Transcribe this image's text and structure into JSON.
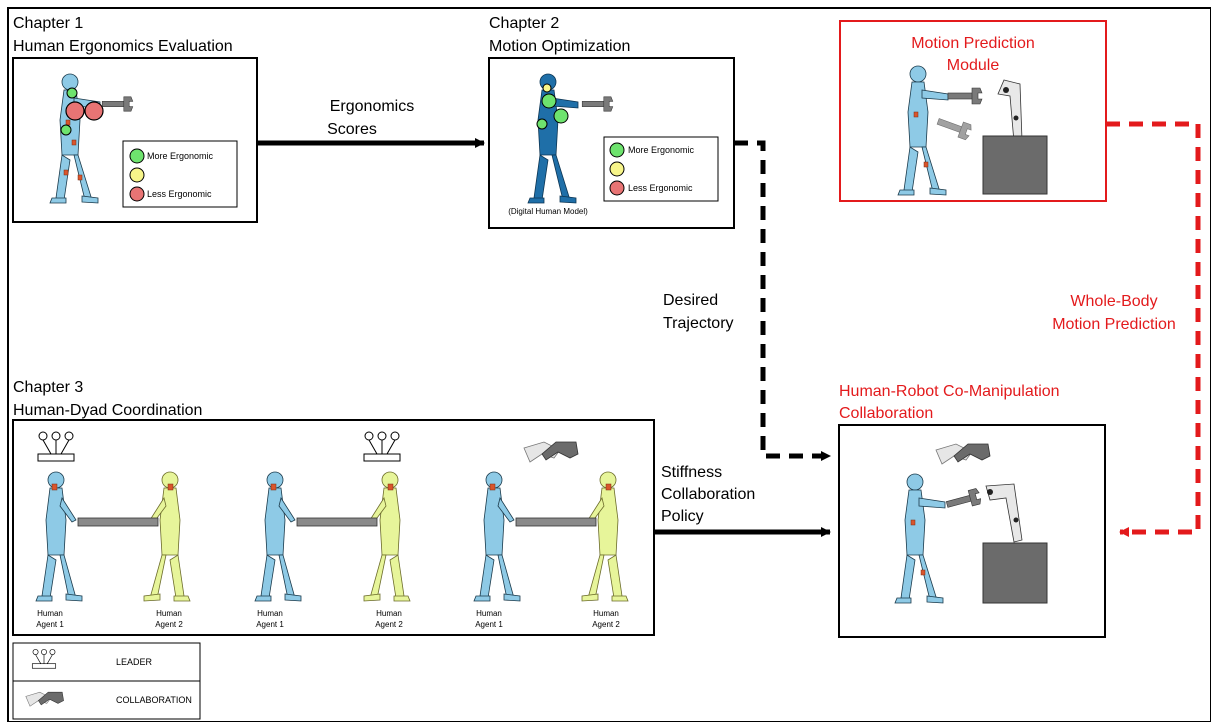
{
  "chapter1": {
    "title_line1": "Chapter 1",
    "title_line2": "Human Ergonomics Evaluation",
    "legend_more": "More Ergonomic",
    "legend_less": "Less Ergonomic"
  },
  "chapter2": {
    "title_line1": "Chapter 2",
    "title_line2": "Motion Optimization",
    "legend_more": "More Ergonomic",
    "legend_less": "Less Ergonomic",
    "caption": "(Digital Human Model)"
  },
  "chapter3": {
    "title_line1": "Chapter 3",
    "title_line2": "Human-Dyad Coordination",
    "agents": [
      {
        "line1": "Human",
        "line2": "Agent 1"
      },
      {
        "line1": "Human",
        "line2": "Agent 2"
      },
      {
        "line1": "Human",
        "line2": "Agent 1"
      },
      {
        "line1": "Human",
        "line2": "Agent 2"
      },
      {
        "line1": "Human",
        "line2": "Agent 1"
      },
      {
        "line1": "Human",
        "line2": "Agent 2"
      }
    ]
  },
  "prediction": {
    "title_line1": "Motion Prediction",
    "title_line2": "Module"
  },
  "comanip": {
    "title_line1": "Human-Robot Co-Manipulation",
    "title_line2": "Collaboration"
  },
  "arrows": {
    "ergonomics_line1": "Ergonomics",
    "ergonomics_line2": "Scores",
    "desired_line1": "Desired",
    "desired_line2": "Trajectory",
    "stiffness_line1": "Stiffness",
    "stiffness_line2": "Collaboration",
    "stiffness_line3": "Policy",
    "wholebody_line1": "Whole-Body",
    "wholebody_line2": "Motion Prediction"
  },
  "legend": {
    "leader": "LEADER",
    "collaboration": "COLLABORATION"
  },
  "colors": {
    "accent_red": "#e31a1c",
    "human_blue": "#8ecae6",
    "digital_blue": "#1f6fa8",
    "human_yellow": "#e7f59a",
    "ergo_green": "#6ee36e",
    "ergo_yellow": "#f7f58a",
    "ergo_red": "#e87474"
  }
}
